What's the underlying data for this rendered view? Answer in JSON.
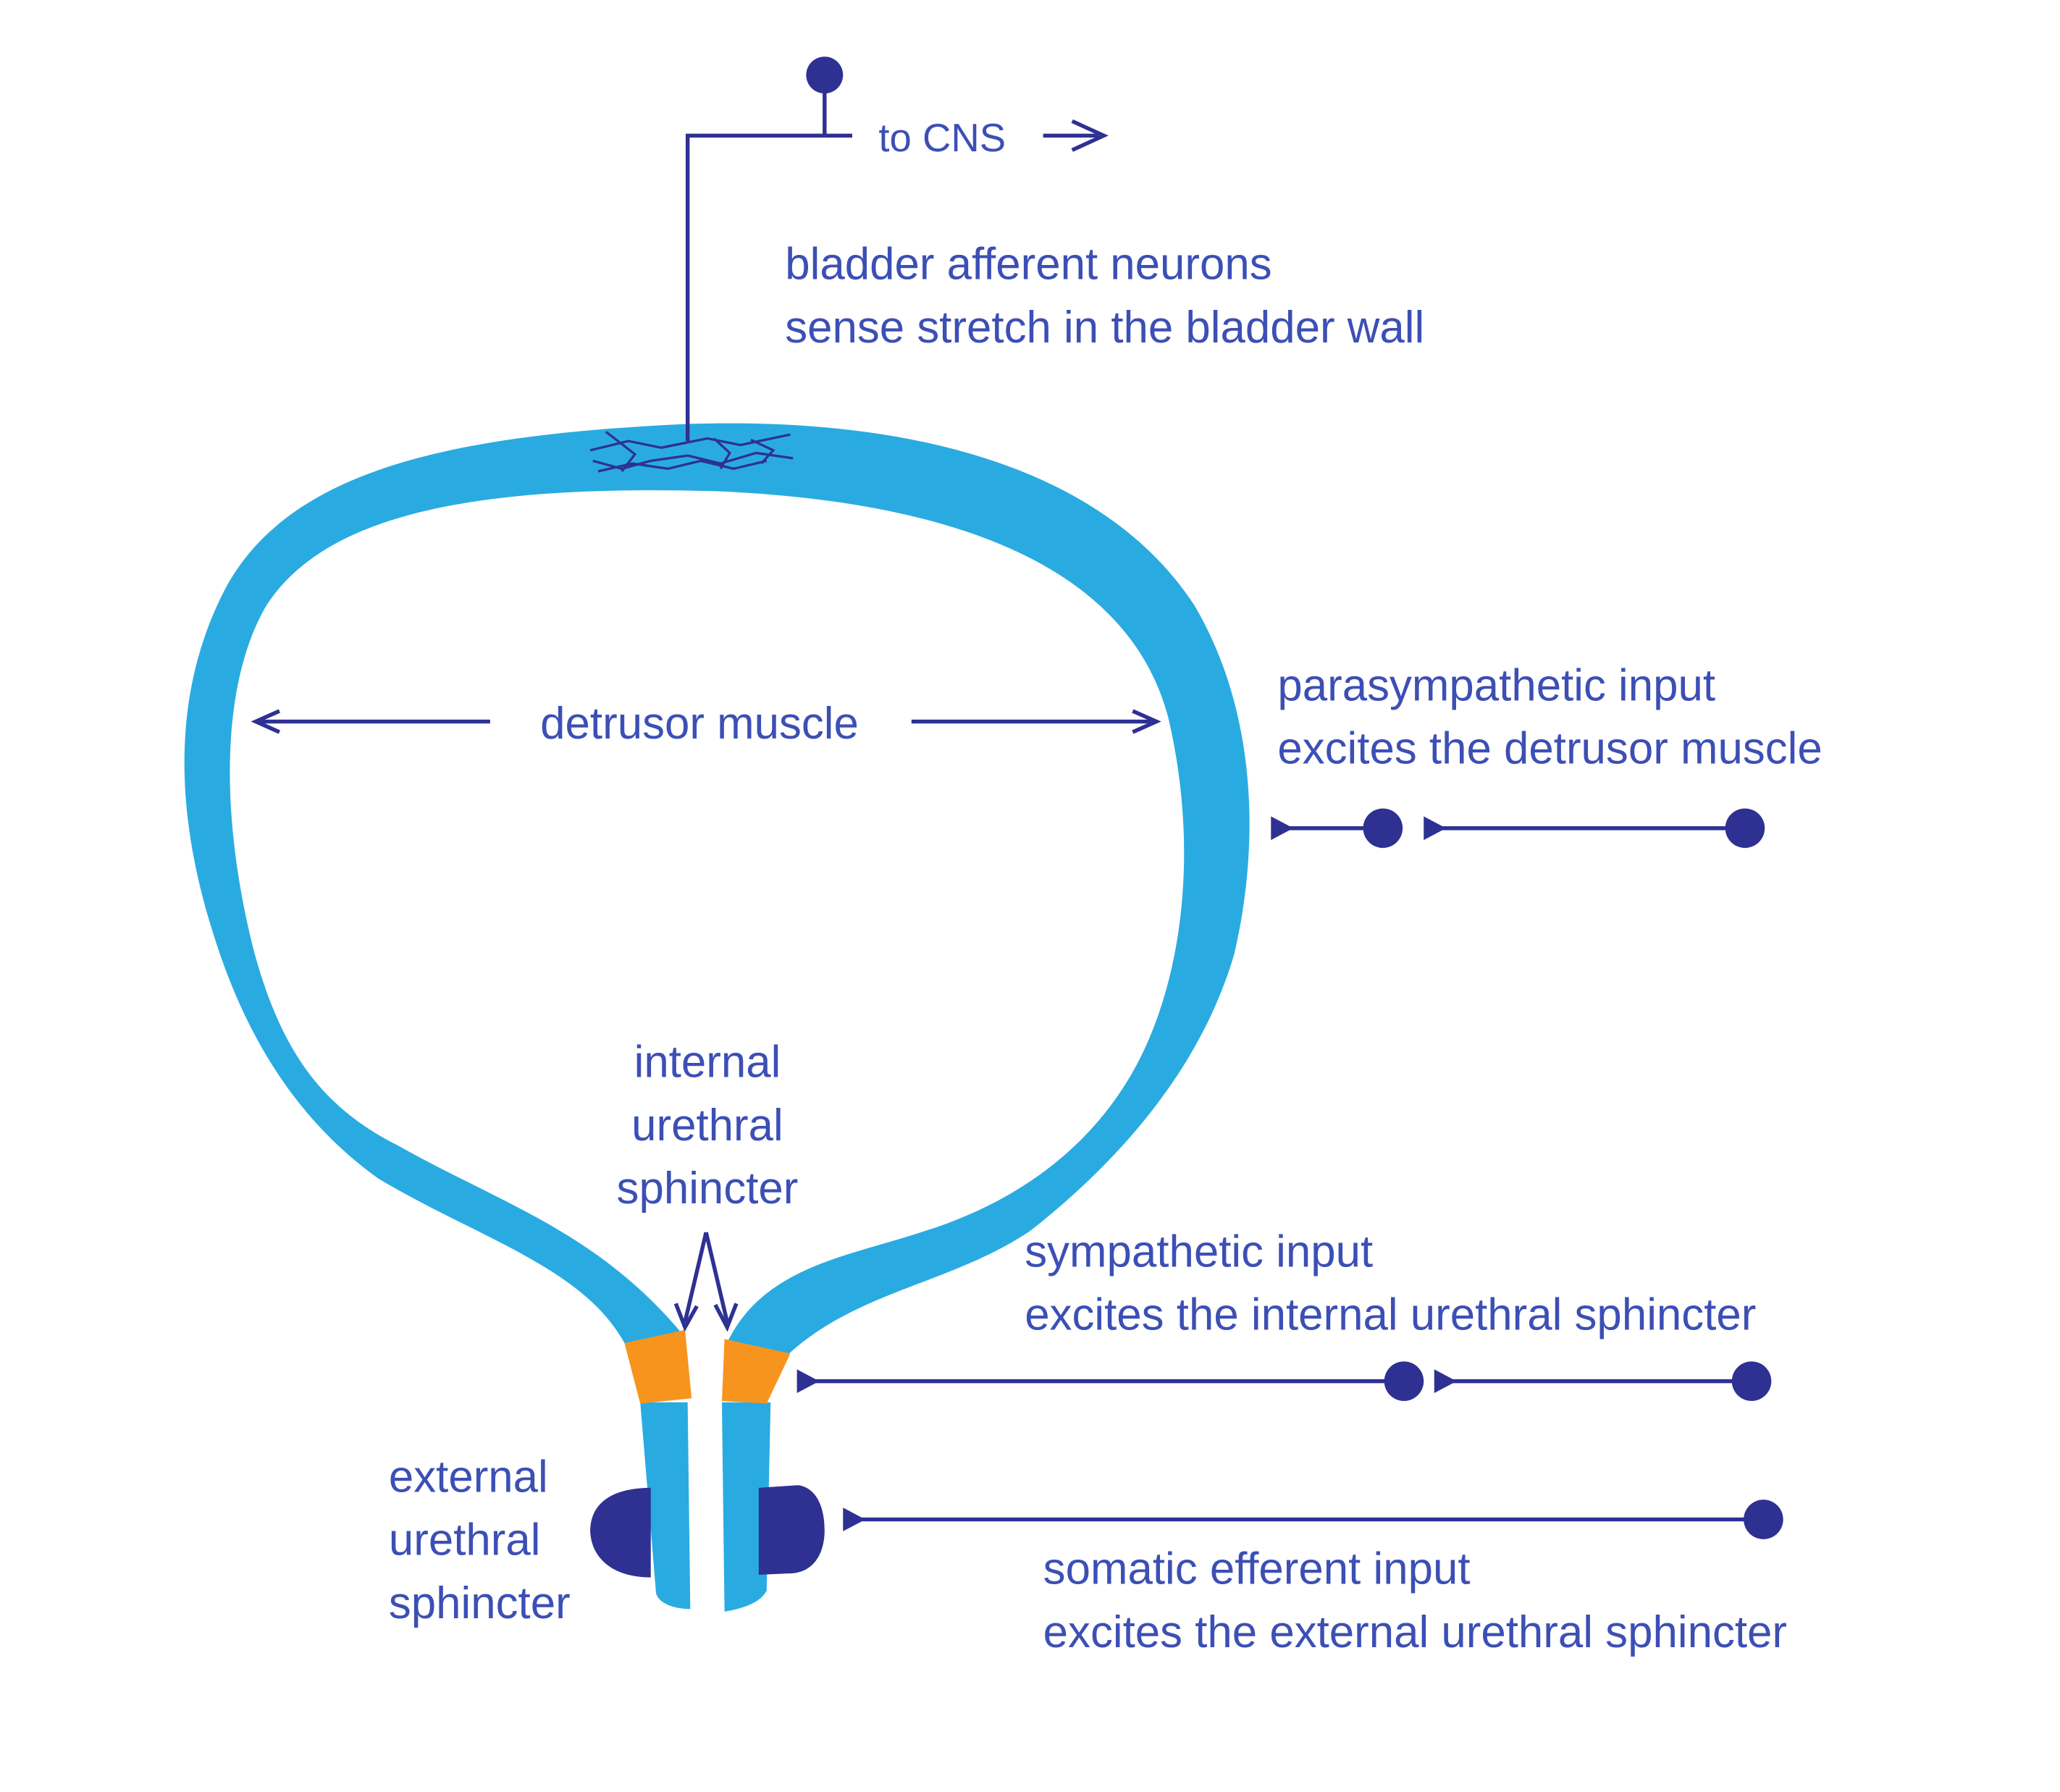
{
  "colors": {
    "bladder_wall": "#29abe2",
    "internal_sphincter": "#f7941d",
    "external_sphincter": "#2e3192",
    "nerve": "#2e3192",
    "text": "#3c4fb5"
  },
  "labels": {
    "to_cns": "to CNS",
    "afferent_line1": "bladder afferent neurons",
    "afferent_line2": "sense stretch in the bladder wall",
    "detrusor": "detrusor muscle",
    "parasympathetic_line1": "parasympathetic input",
    "parasympathetic_line2": "excites the detrusor muscle",
    "internal_line1": "internal",
    "internal_line2": "urethral",
    "internal_line3": "sphincter",
    "sympathetic_line1": "sympathetic input",
    "sympathetic_line2": "excites the internal urethral sphincter",
    "external_line1": "external",
    "external_line2": "urethral",
    "external_line3": "sphincter",
    "somatic_line1": "somatic efferent input",
    "somatic_line2": "excites the external urethral sphincter"
  },
  "icons": {
    "afferent": "neuron-cell-body-icon",
    "pathway_arrow": "arrow-right-icon",
    "synapse": "synaptic-terminal-icon"
  }
}
